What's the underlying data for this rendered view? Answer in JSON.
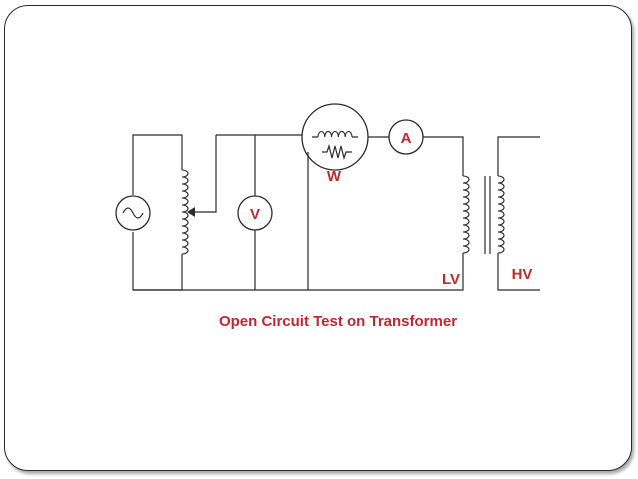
{
  "diagram": {
    "labels": {
      "voltmeter": "V",
      "ammeter": "A",
      "wattmeter": "W",
      "low_voltage": "LV",
      "high_voltage": "HV"
    },
    "caption": "Open Circuit Test on Transformer",
    "colors": {
      "label": "#c0282d",
      "wire": "#2b2b2b",
      "border": "#2a2a2a"
    }
  }
}
